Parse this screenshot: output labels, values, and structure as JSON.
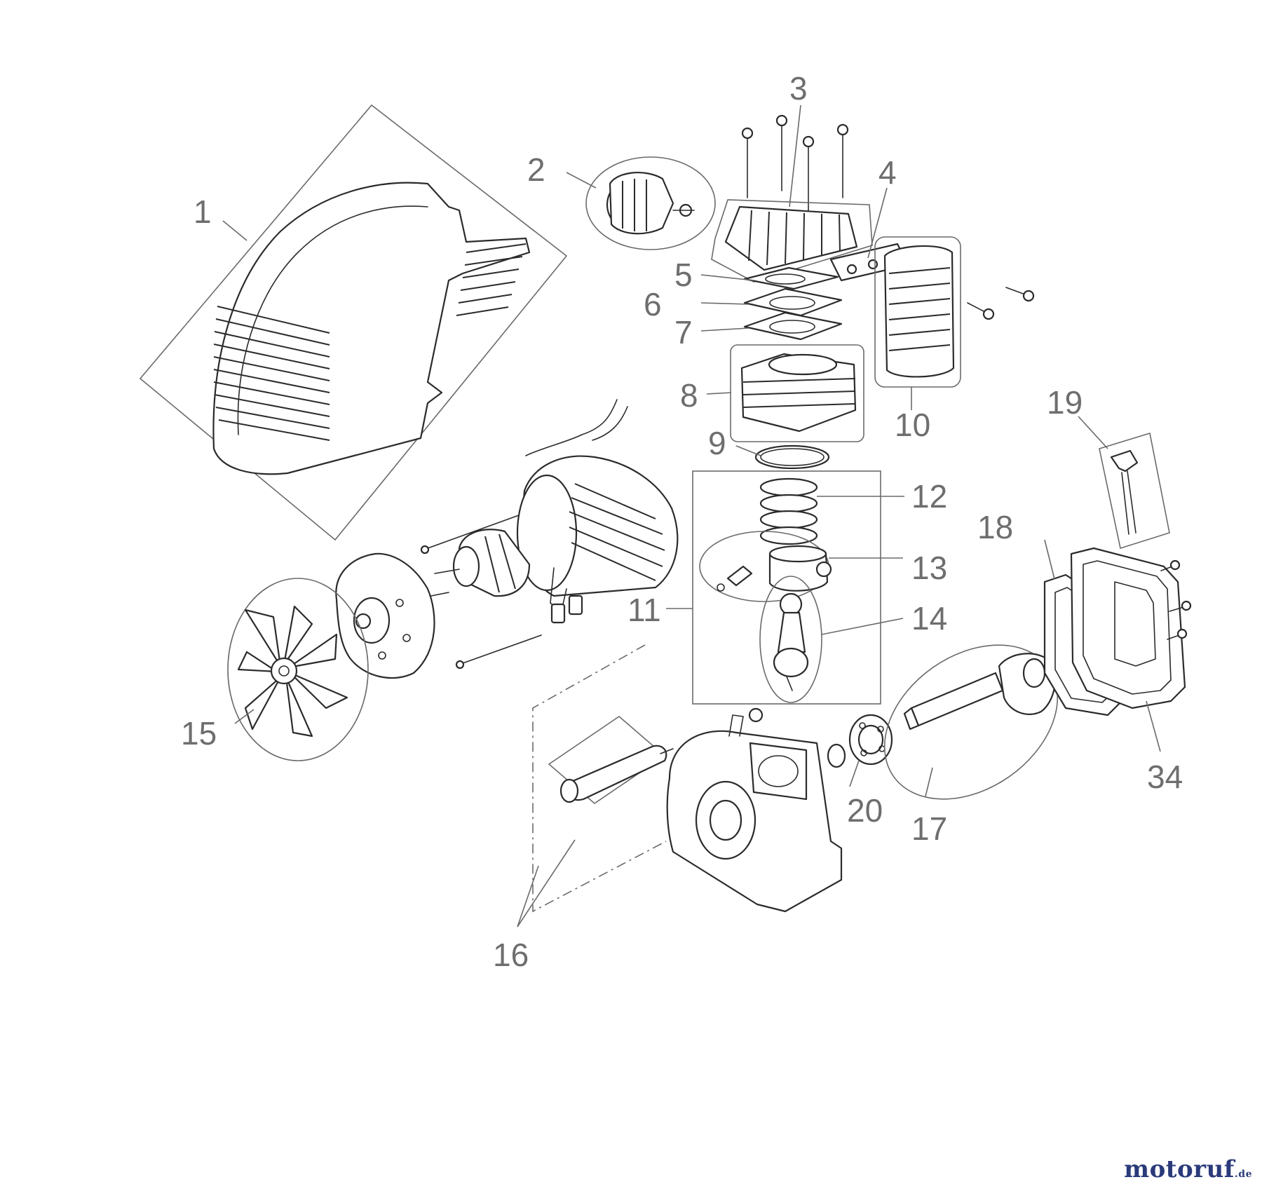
{
  "diagram": {
    "callouts": {
      "p1": "1",
      "p2": "2",
      "p3": "3",
      "p4": "4",
      "p5": "5",
      "p6": "6",
      "p7": "7",
      "p8": "8",
      "p9": "9",
      "p10": "10",
      "p11": "11",
      "p12": "12",
      "p13": "13",
      "p14": "14",
      "p15": "15",
      "p16": "16",
      "p17": "17",
      "p18": "18",
      "p19": "19",
      "p20": "20",
      "p34": "34"
    }
  },
  "watermark": {
    "main": "motoruf",
    "tld": ".de",
    "colors": {
      "main": "#2a3a7a",
      "accent": "#e0a000"
    }
  }
}
